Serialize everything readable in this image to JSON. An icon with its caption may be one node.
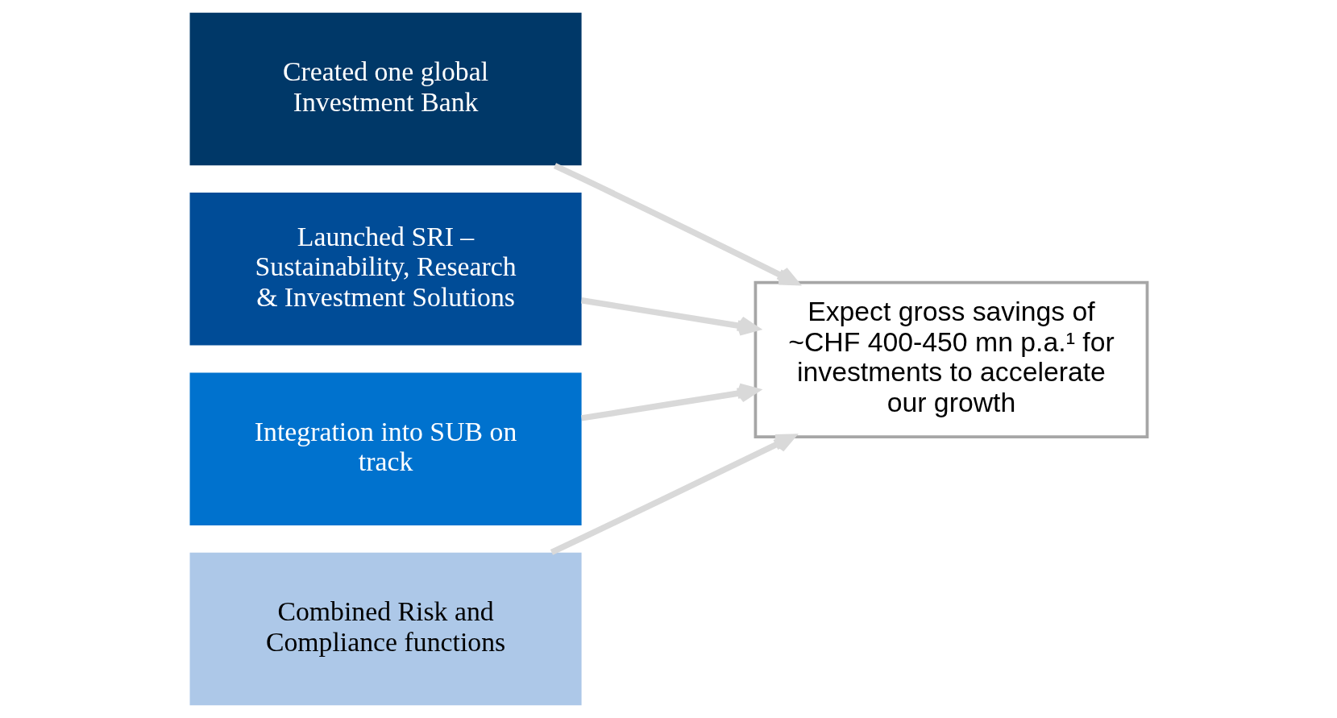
{
  "diagram": {
    "nodes": [
      {
        "text": [
          "Created one global Investment Bank"
        ]
      },
      {
        "text": [
          "Launched SRI – Sustainability, Research & Investment Solutions"
        ]
      },
      {
        "text": [
          "Integration into SUB on track"
        ]
      },
      {
        "text": [
          "Combined Risk and Compliance functions"
        ]
      },
      {
        "text": [
          "Expect gross savings of ~CHF 400-450 mn p.a.¹ for investments to accelerate our growth"
        ]
      }
    ],
    "edges": [
      {
        "from": 0,
        "to": 4,
        "arrow": "to"
      },
      {
        "from": 1,
        "to": 4,
        "arrow": "to"
      },
      {
        "from": 2,
        "to": 4,
        "arrow": "to"
      },
      {
        "from": 3,
        "to": 4,
        "arrow": "to"
      }
    ]
  }
}
